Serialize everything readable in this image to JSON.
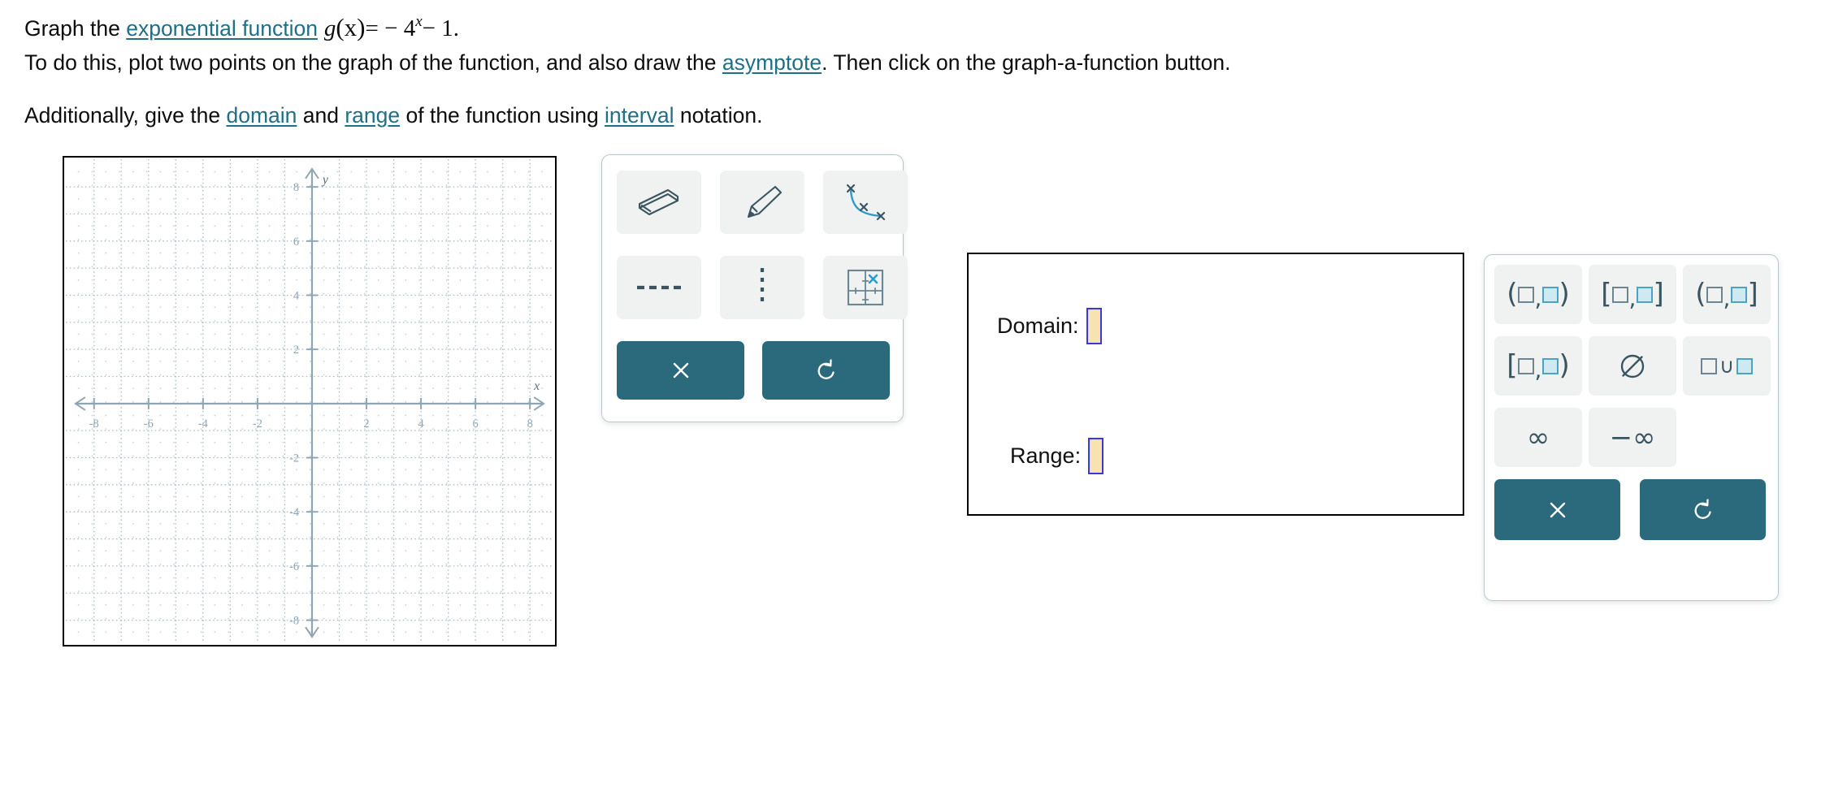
{
  "prompt": {
    "line1": {
      "pre": "Graph the ",
      "link": "exponential function",
      "fn_name": "g",
      "fn_var": "(x)",
      "equals": "= − 4",
      "exponent": "x",
      "tail": "− 1.",
      "period": "."
    },
    "line2": {
      "pre": "To do this, plot two points on the graph of the function, and also draw the ",
      "link": "asymptote",
      "post": ". Then click on the graph-a-function button."
    },
    "line3": {
      "pre": "Additionally, give the ",
      "link1": "domain",
      "mid1": " and ",
      "link2": "range",
      "mid2": " of the function using ",
      "link3": "interval",
      "post": " notation."
    }
  },
  "graph": {
    "x_axis_label": "x",
    "y_axis_label": "y",
    "x_ticks": [
      "-8",
      "-6",
      "-4",
      "-2",
      "2",
      "4",
      "6",
      "8"
    ],
    "y_ticks": [
      "8",
      "6",
      "4",
      "2",
      "-2",
      "-4",
      "-6",
      "-8"
    ],
    "xlim": [
      -9.4,
      9.4
    ],
    "ylim": [
      -9.4,
      9.4
    ],
    "grid": "dotted",
    "axis_color": "#8fa6b2",
    "grid_color": "#b9c8d1",
    "border_color": "#000000"
  },
  "chart_data": {
    "type": "scatter",
    "title": "",
    "xlabel": "x",
    "ylabel": "y",
    "xlim": [
      -9.4,
      9.4
    ],
    "ylim": [
      -9.4,
      9.4
    ],
    "x": [],
    "values": [],
    "grid": true,
    "legend": "none",
    "note": "Empty coordinate plane awaiting student-plotted points and asymptote for g(x) = -4^x - 1"
  },
  "toolbar": {
    "tools": [
      {
        "name": "eraser-tool",
        "label": "Eraser"
      },
      {
        "name": "pencil-tool",
        "label": "Pencil"
      },
      {
        "name": "graph-a-function-tool",
        "label": "Graph a function"
      },
      {
        "name": "dashed-horizontal-line-tool",
        "label": "Horizontal asymptote"
      },
      {
        "name": "dotted-vertical-line-tool",
        "label": "Vertical asymptote"
      },
      {
        "name": "plot-point-on-grid-tool",
        "label": "Plot point"
      }
    ],
    "clear_label": "×",
    "undo_label": "↺"
  },
  "answers": {
    "domain_label": "Domain:",
    "domain_value": "",
    "range_label": "Range:",
    "range_value": "",
    "input_fill": "#f7e3b0",
    "input_border": "#3b37d8"
  },
  "keypad": {
    "keys": [
      {
        "name": "open-open-interval-key",
        "label": "(□,□)"
      },
      {
        "name": "closed-closed-interval-key",
        "label": "[□,□]"
      },
      {
        "name": "open-closed-interval-key",
        "label": "(□,□]"
      },
      {
        "name": "closed-open-interval-key",
        "label": "[□,□)"
      },
      {
        "name": "empty-set-key",
        "label": "∅"
      },
      {
        "name": "union-key",
        "label": "□∪□"
      },
      {
        "name": "infinity-key",
        "label": "∞"
      },
      {
        "name": "negative-infinity-key",
        "label": "−∞"
      }
    ],
    "clear_label": "×",
    "undo_label": "↺"
  },
  "colors": {
    "link": "#1f6f86",
    "teal_button": "#2b6a7d",
    "key_bg": "#f0f2f2",
    "panel_border": "#b9c6cc",
    "accent_blue": "#4ba3c3"
  }
}
